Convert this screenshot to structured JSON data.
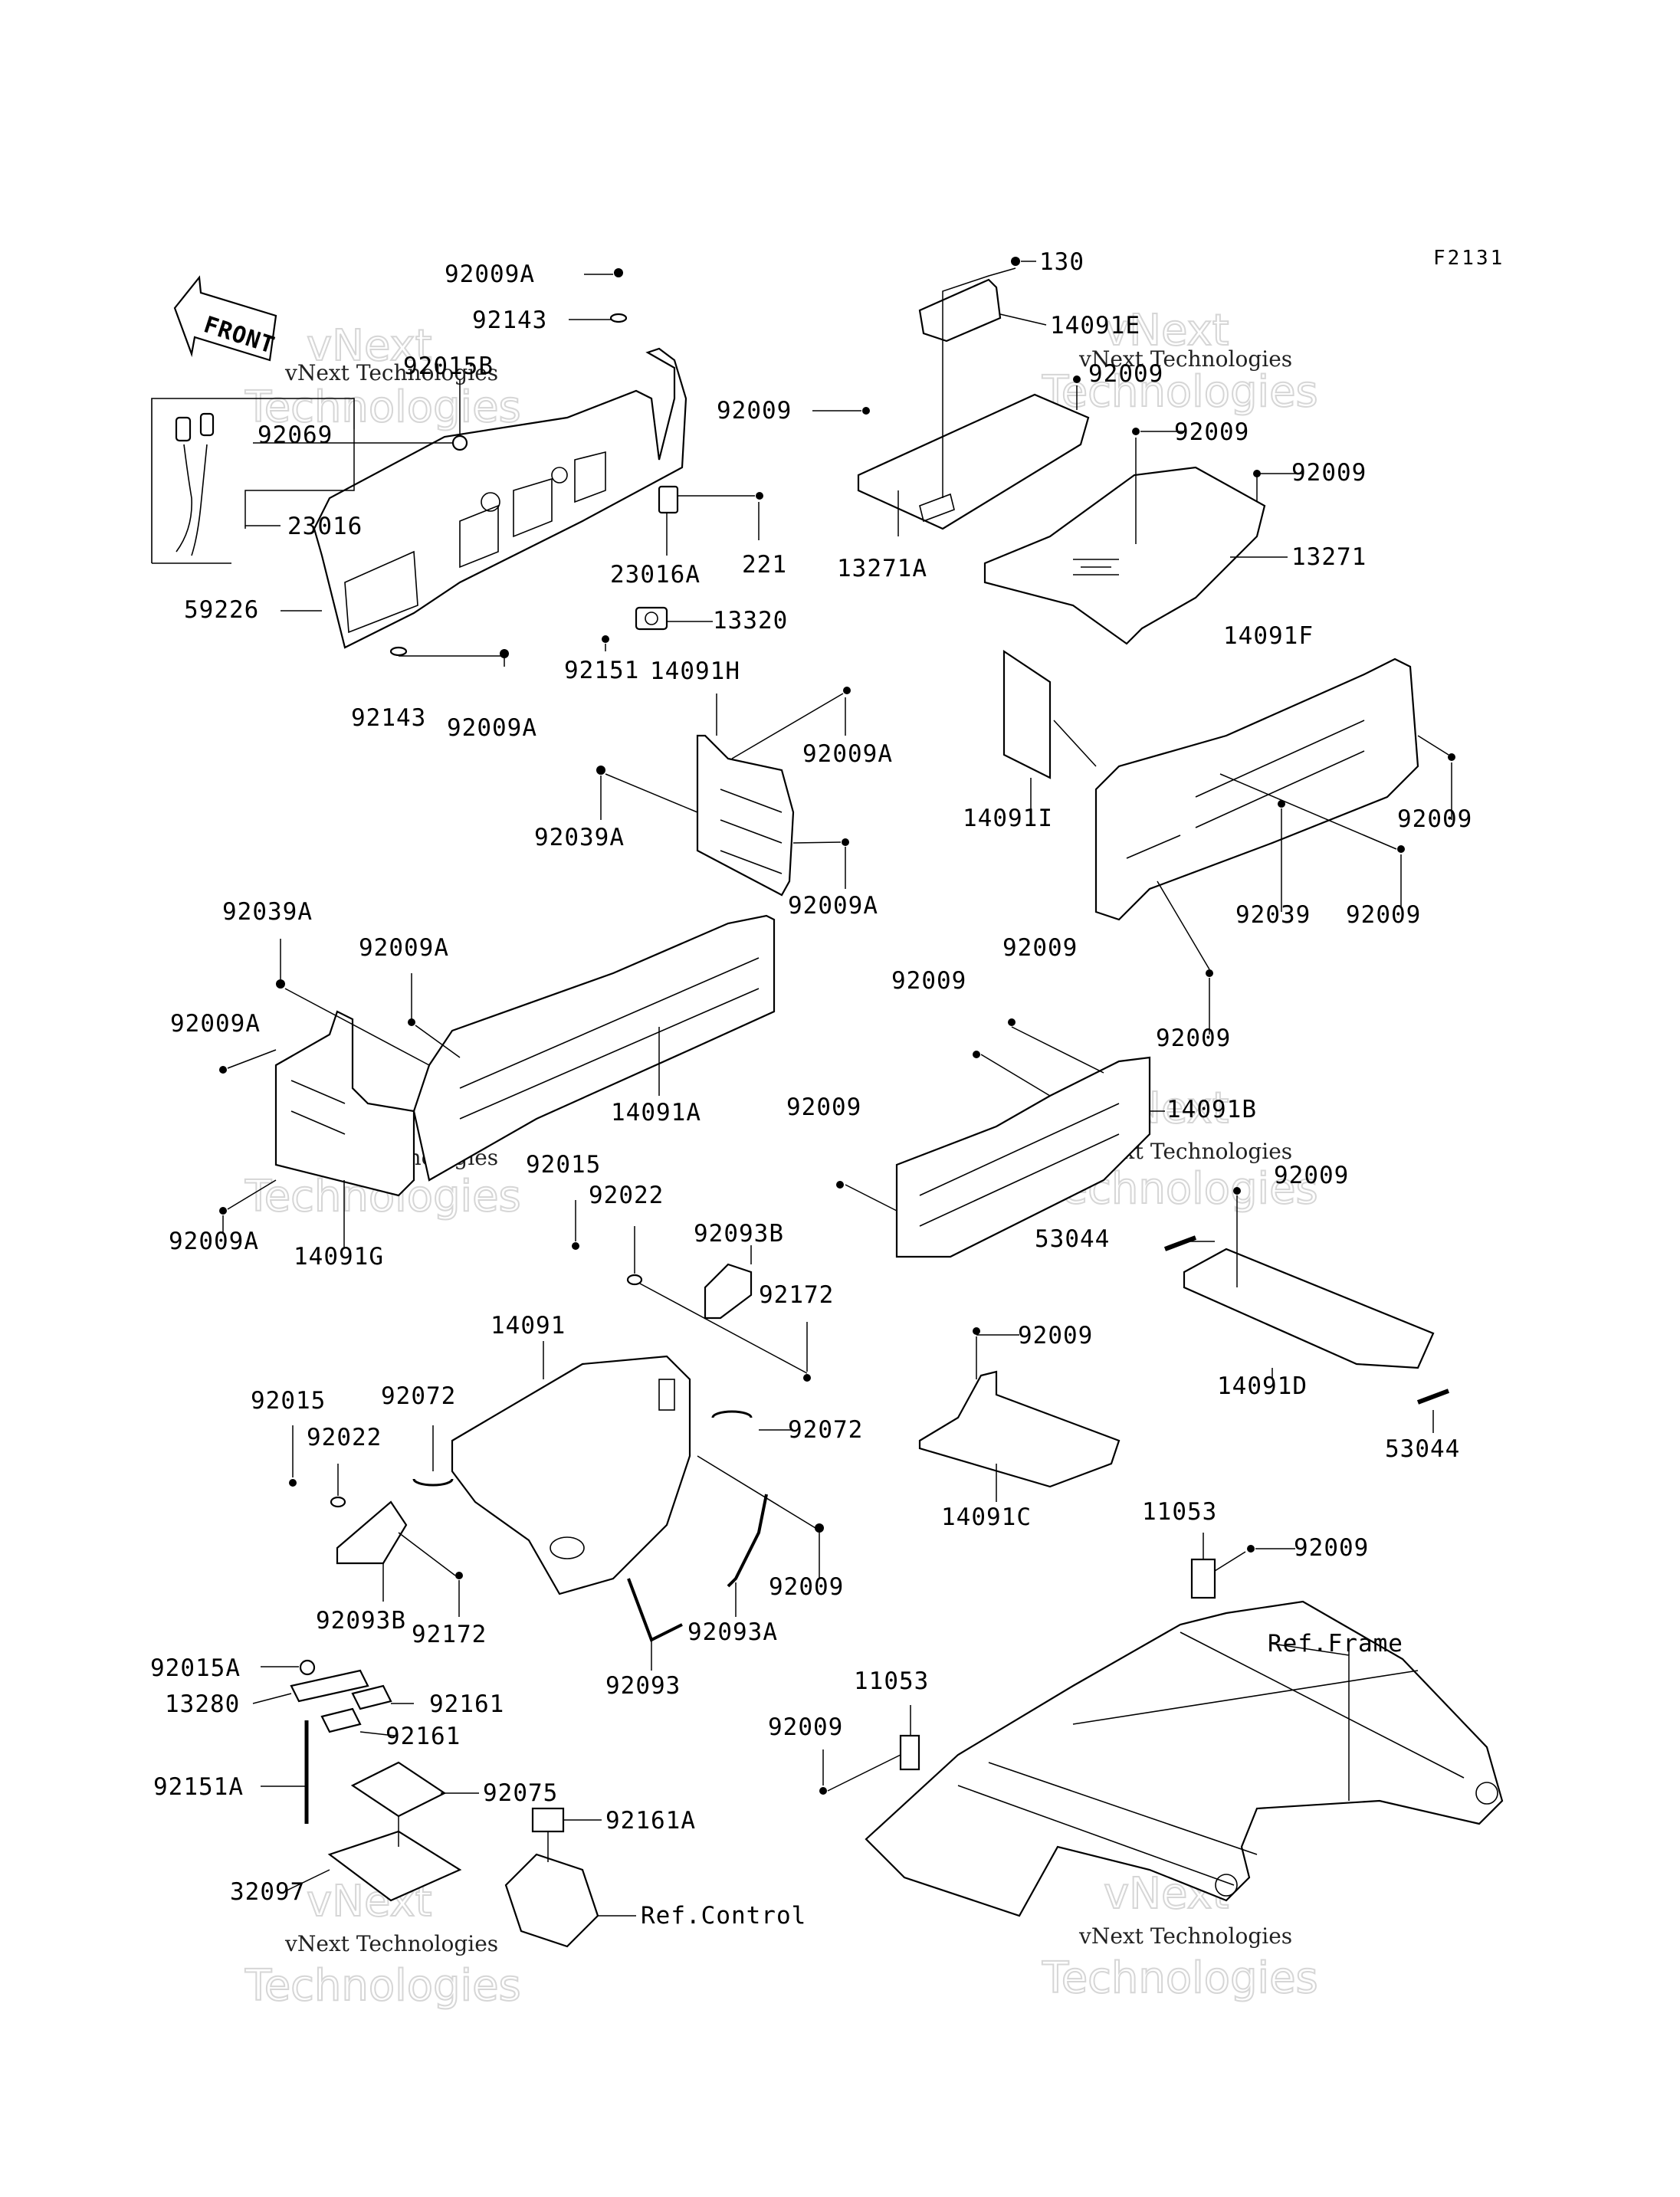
{
  "figure_code": "F2131",
  "front_label": "FRONT",
  "watermark": {
    "line1": "vNext",
    "line2": "vNext Technologies",
    "line3": "Technologies"
  },
  "labels": [
    "92009A",
    "92143",
    "92015B",
    "92069",
    "23016",
    "59226",
    "92143",
    "92009A",
    "23016A",
    "221",
    "13320",
    "92151",
    "130",
    "14091E",
    "92009",
    "92009",
    "92009",
    "92009",
    "13271A",
    "13271",
    "14091H",
    "92009A",
    "92039A",
    "92009A",
    "14091F",
    "14091I",
    "92009",
    "92039",
    "92009",
    "92009",
    "92039A",
    "92009A",
    "92009A",
    "14091A",
    "92009A",
    "14091G",
    "92009",
    "92009",
    "14091B",
    "92009",
    "92009",
    "92015",
    "92022",
    "92093B",
    "92172",
    "53044",
    "14091D",
    "53044",
    "14091",
    "92072",
    "92072",
    "92015",
    "92022",
    "92009",
    "92093B",
    "92172",
    "92093",
    "92093A",
    "92009",
    "14091C",
    "11053",
    "92009",
    "11053",
    "92009",
    "92015A",
    "13280",
    "92161",
    "92161",
    "92151A",
    "92075",
    "92161A",
    "32097"
  ],
  "references": [
    "Ref.Frame",
    "Ref.Control"
  ]
}
